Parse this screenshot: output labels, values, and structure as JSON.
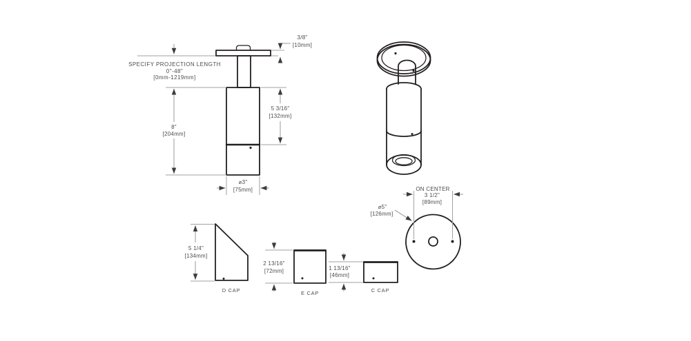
{
  "drawing": {
    "front_view": {
      "projection_note_line1": "SPECIFY PROJECTION LENGTH",
      "projection_note_line2": "0\"-48\"",
      "projection_note_line3": "[0mm-1219mm]",
      "plate_thickness_in": "3/8\"",
      "plate_thickness_mm": "[10mm]",
      "upper_section_in": "5 3/16\"",
      "upper_section_mm": "[132mm]",
      "overall_height_in": "8\"",
      "overall_height_mm": "[204mm]",
      "body_diameter_in": "⌀3\"",
      "body_diameter_mm": "[75mm]"
    },
    "caps": {
      "d_cap": {
        "label": "D CAP",
        "height_in": "5 1/4\"",
        "height_mm": "[134mm]"
      },
      "e_cap": {
        "label": "E CAP",
        "height_in": "2 13/16\"",
        "height_mm": "[72mm]"
      },
      "c_cap": {
        "label": "C CAP",
        "height_in": "1 13/16\"",
        "height_mm": "[46mm]"
      }
    },
    "canopy_view": {
      "on_center_label": "ON CENTER",
      "on_center_in": "3 1/2\"",
      "on_center_mm": "[89mm]",
      "canopy_diameter_in": "⌀5\"",
      "canopy_diameter_mm": "[126mm]"
    }
  },
  "colors": {
    "object-line": "#231f20",
    "dim-line": "#a0a2a5",
    "arrow-color": "#3c3c3e",
    "text-color": "#4a4b4d",
    "page-bg": "#ffffff"
  }
}
